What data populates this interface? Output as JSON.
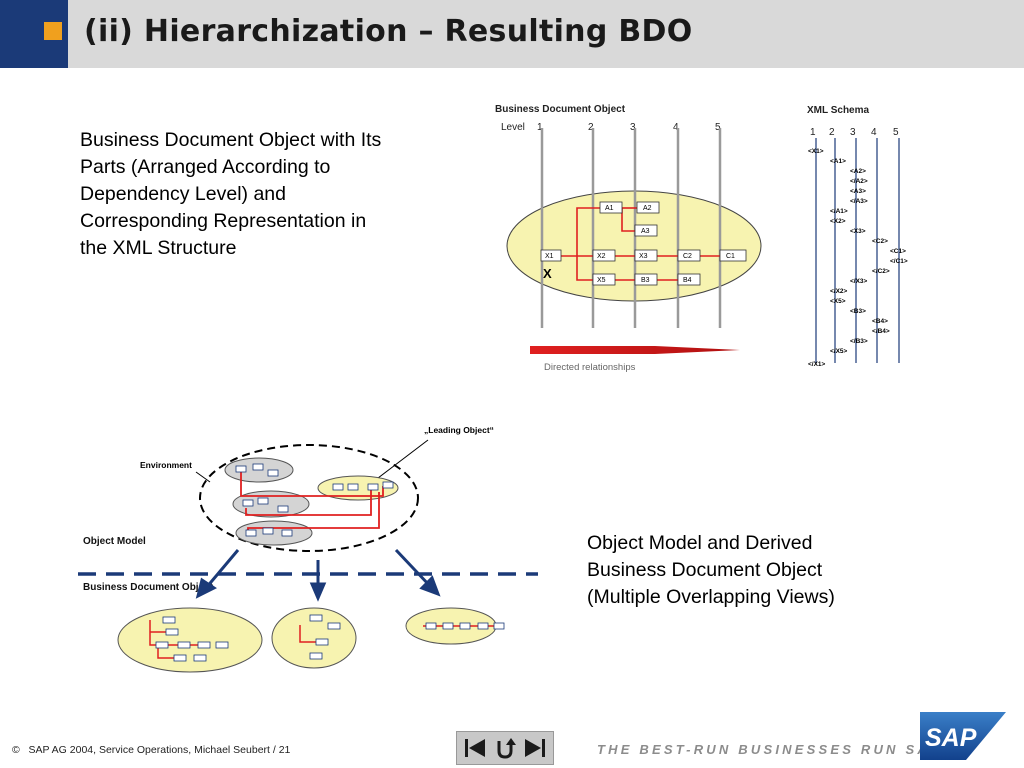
{
  "slide": {
    "title": "(ii) Hierarchization – Resulting BDO",
    "description_top": [
      "Business Document Object with Its",
      "Parts (Arranged According to",
      "Dependency Level) and",
      "Corresponding Representation in",
      "the XML Structure"
    ],
    "description_bottom": [
      "Object Model and Derived",
      "Business Document Object",
      "(Multiple Overlapping Views)"
    ]
  },
  "bdo_diagram": {
    "heading": "Business Document Object",
    "level_label": "Level",
    "levels": [
      "1",
      "2",
      "3",
      "4",
      "5"
    ],
    "nodes": [
      "X1",
      "X2",
      "X3",
      "X5",
      "A1",
      "A2",
      "A3",
      "C2",
      "C1",
      "B3",
      "B4"
    ],
    "root_marker": "X",
    "arrow_caption": "Directed relationships"
  },
  "xml_schema": {
    "heading": "XML Schema",
    "levels": [
      "1",
      "2",
      "3",
      "4",
      "5"
    ],
    "tags": [
      "<X1>",
      "<A1>",
      "<A2>",
      "</A2>",
      "<A3>",
      "</A3>",
      "</A1>",
      "<X2>",
      "<X3>",
      "<C2>",
      "<C1>",
      "</C1>",
      "</C2>",
      "</X3>",
      "</X2>",
      "<X5>",
      "<B3>",
      "<B4>",
      "</B4>",
      "</B3>",
      "</X5>",
      "</X1>"
    ]
  },
  "object_model": {
    "leading_object_label": "„Leading Object“",
    "environment_label": "Environment",
    "object_model_label": "Object Model",
    "bdo_label": "Business Document Object"
  },
  "footer": {
    "copyright_symbol": "©",
    "text": "SAP AG 2004, Service Operations, Michael Seubert / 21",
    "tagline": "THE BEST-RUN BUSINESSES RUN SAP",
    "logo_text": "SAP"
  },
  "colors": {
    "header_bg": "#d9d9d9",
    "header_blue": "#1b3a78",
    "accent_orange": "#f0a01e",
    "ellipse_fill": "#f7f3b0",
    "relation_red": "#e02020",
    "arrow_navy": "#1b3a78"
  }
}
